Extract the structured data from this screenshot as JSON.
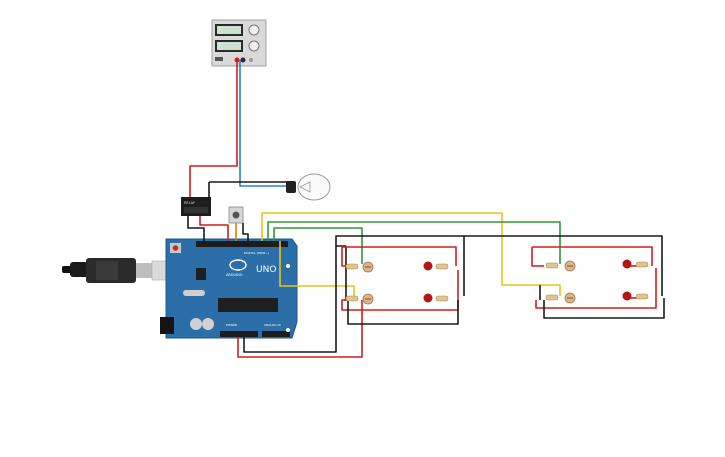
{
  "board": {
    "logo_text": "UNO",
    "brand_text": "ARDUINO",
    "digital_label": "DIGITAL (PWM~)",
    "power_label": "POWER",
    "analog_label": "ANALOG IN"
  },
  "relay": {
    "label": "RELAY"
  },
  "colors": {
    "wire_red": "#d11f1f",
    "wire_black": "#1a1a1a",
    "wire_blue": "#2a7fd6",
    "wire_yellow": "#e7c21a",
    "wire_green": "#2f9a36",
    "wire_orange": "#e07a10",
    "board_blue": "#2c6ea8",
    "led_red": "#b31414",
    "photoresistor": "#d9b58a"
  },
  "icons": {
    "power_supply": "power-supply-icon",
    "bulb": "light-bulb-icon",
    "usb": "usb-cable-icon",
    "pushbutton": "pushbutton-icon",
    "led": "led-icon",
    "ldr": "photoresistor-icon",
    "resistor": "resistor-icon"
  }
}
